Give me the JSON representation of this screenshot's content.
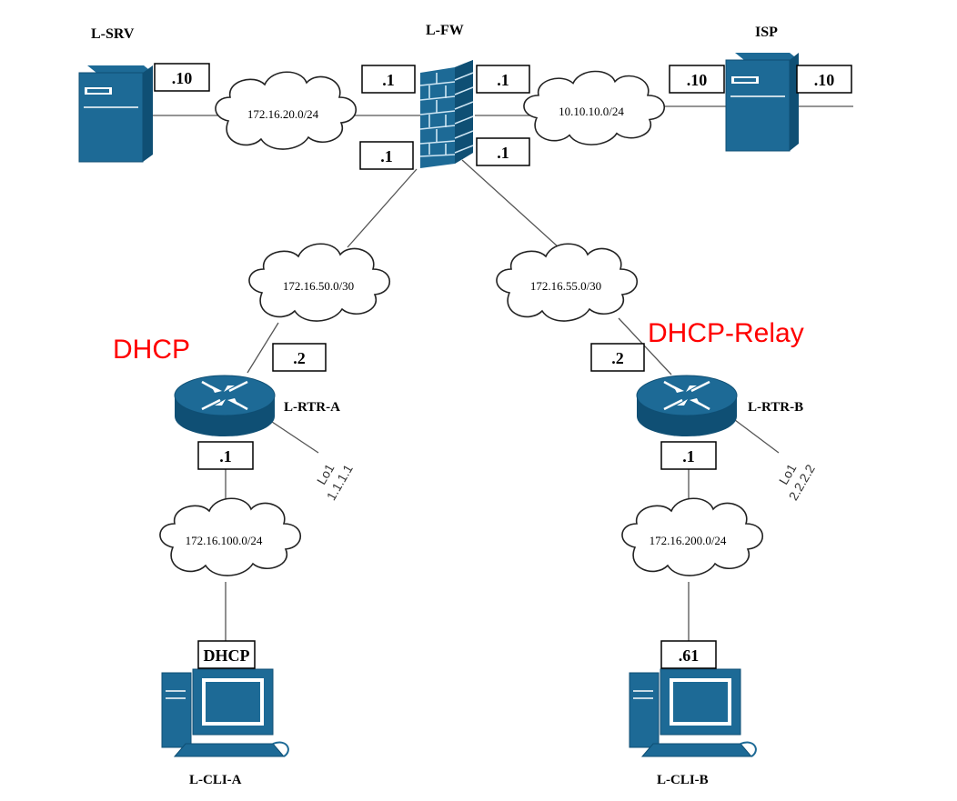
{
  "colors": {
    "device_blue": "#1d6a96",
    "device_dark": "#0f4f74",
    "role_label": "#ff0000"
  },
  "devices": {
    "l_srv": {
      "name": "L-SRV",
      "icon": "server-icon"
    },
    "l_fw": {
      "name": "L-FW",
      "icon": "firewall-icon"
    },
    "isp": {
      "name": "ISP",
      "icon": "server-icon"
    },
    "l_rtr_a": {
      "name": "L-RTR-A",
      "icon": "router-icon",
      "loopback_name": "Lo1",
      "loopback_ip": "1.1.1.1"
    },
    "l_rtr_b": {
      "name": "L-RTR-B",
      "icon": "router-icon",
      "loopback_name": "Lo1",
      "loopback_ip": "2.2.2.2"
    },
    "l_cli_a": {
      "name": "L-CLI-A",
      "icon": "workstation-icon"
    },
    "l_cli_b": {
      "name": "L-CLI-B",
      "icon": "workstation-icon"
    }
  },
  "networks": {
    "srv_fw": "172.16.20.0/24",
    "fw_isp": "10.10.10.0/24",
    "fw_rtra": "172.16.50.0/30",
    "fw_rtrb": "172.16.55.0/30",
    "rtra_lan": "172.16.100.0/24",
    "rtrb_lan": "172.16.200.0/24"
  },
  "addresses": {
    "srv_if": ".10",
    "fw_left": ".1",
    "fw_right": ".1",
    "isp_left": ".10",
    "isp_right": ".10",
    "fw_bottom_left": ".1",
    "fw_bottom_right": ".1",
    "rtra_wan": ".2",
    "rtrb_wan": ".2",
    "rtra_lan": ".1",
    "rtrb_lan": ".1",
    "cli_a": "DHCP",
    "cli_b": ".61"
  },
  "roles": {
    "rtr_a": "DHCP",
    "rtr_b": "DHCP-Relay"
  }
}
